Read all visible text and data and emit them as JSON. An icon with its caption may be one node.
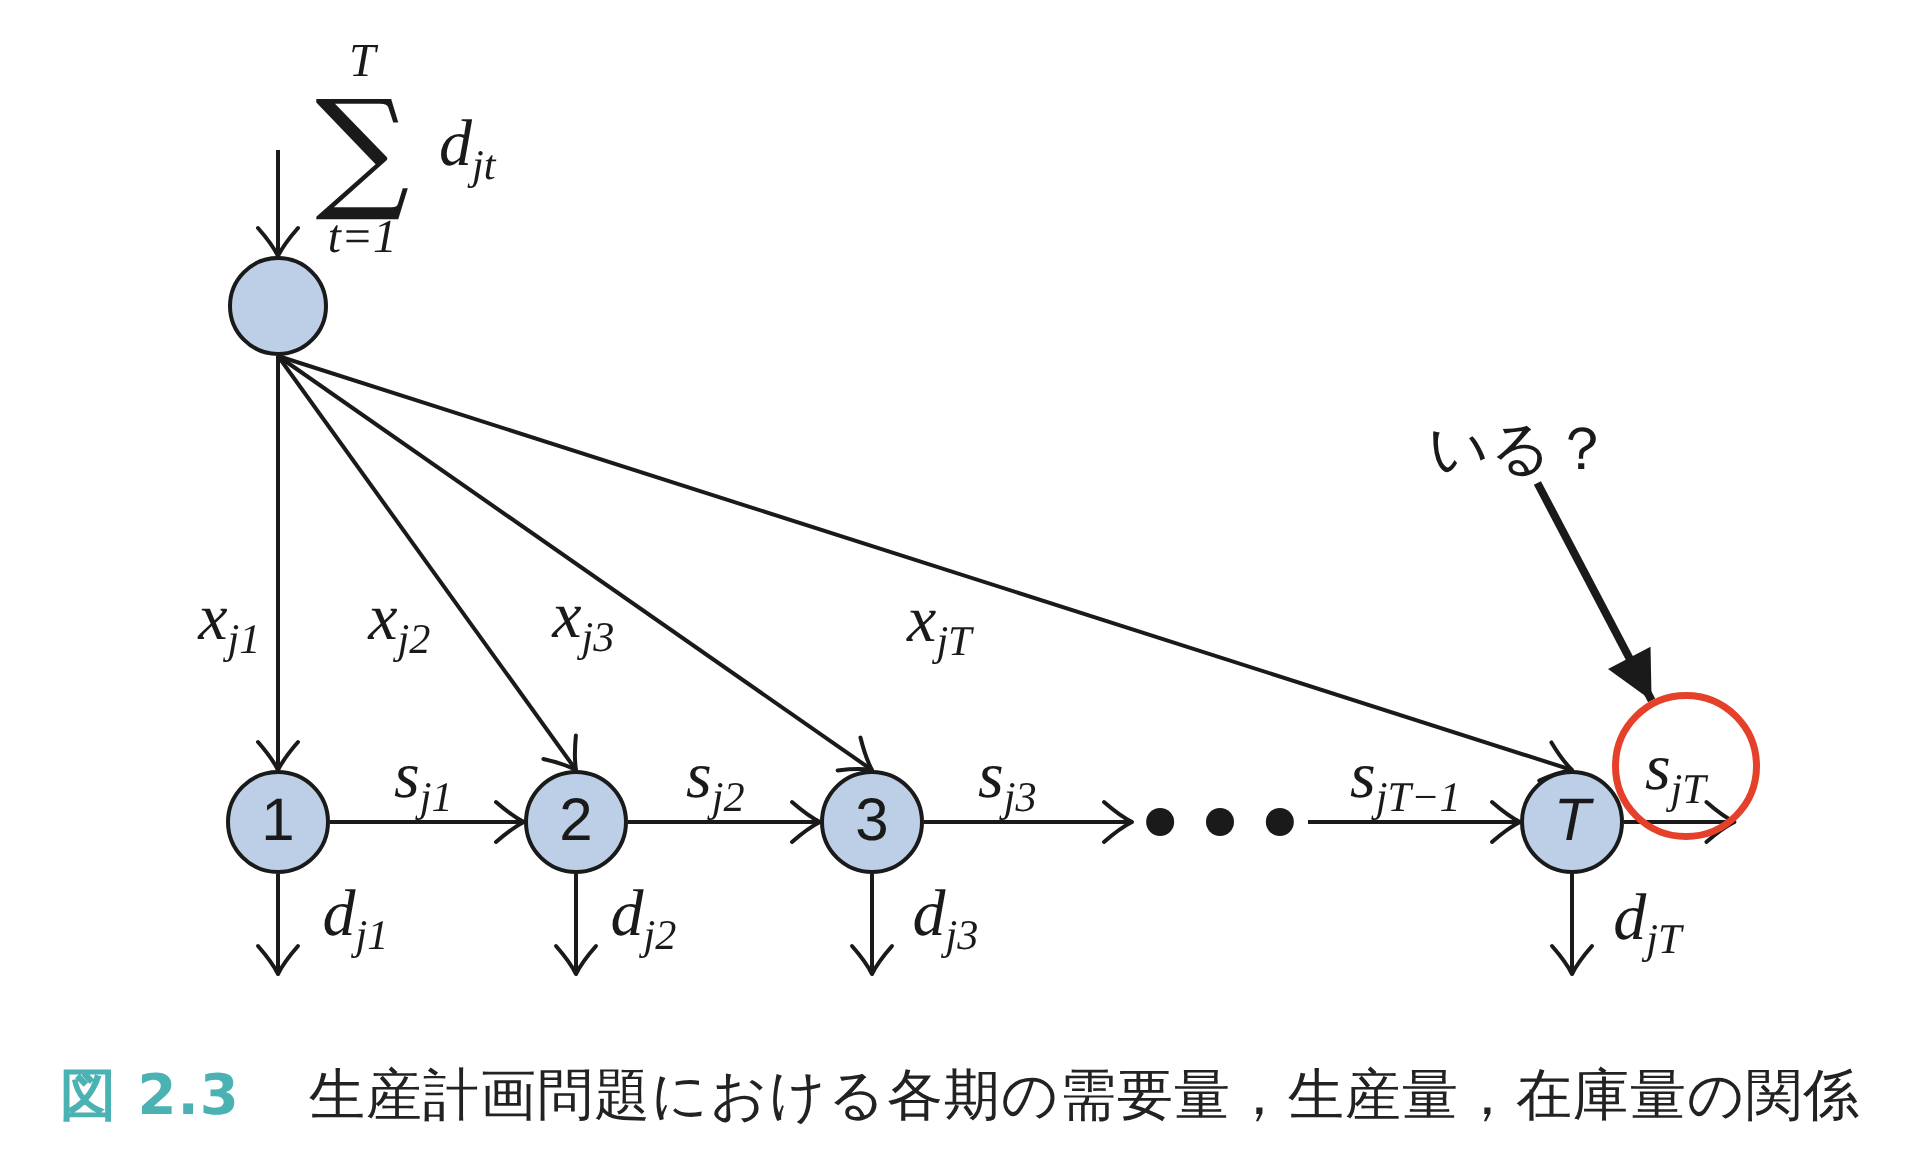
{
  "diagram": {
    "caption": "**図 2.3** 生産計画問題における各期の需要量，生産量，在庫量の関係",
    "nodes": [
      {
        "text": [],
        "shape": "circle"
      },
      {
        "text": [
          "1"
        ]
      },
      {
        "text": [
          "2"
        ]
      },
      {
        "text": [
          "3"
        ]
      },
      {
        "text": [
          "T"
        ]
      },
      {
        "text": [],
        "shape": "dots"
      },
      {
        "text": [
          "いる？"
        ]
      },
      {
        "text": [],
        "shape": "circle"
      }
    ],
    "edges": [
      {
        "from": null,
        "to": 0,
        "arrow": "to",
        "label": "$^{T}$∑$_{t=1}$ d$_{jt}$"
      },
      {
        "from": 0,
        "to": 1,
        "arrow": "to",
        "label": "x$_{j1}$"
      },
      {
        "from": 0,
        "to": 2,
        "arrow": "to",
        "label": "x$_{j2}$"
      },
      {
        "from": 0,
        "to": 3,
        "arrow": "to",
        "label": "x$_{j3}$"
      },
      {
        "from": 0,
        "to": 4,
        "arrow": "to",
        "label": "x$_{jT}$"
      },
      {
        "from": 1,
        "to": 2,
        "arrow": "to",
        "label": "s$_{j1}$"
      },
      {
        "from": 2,
        "to": 3,
        "arrow": "to",
        "label": "s$_{j2}$"
      },
      {
        "from": 3,
        "to": 5,
        "arrow": "to",
        "label": "s$_{j3}$"
      },
      {
        "from": 5,
        "to": 4,
        "arrow": "to",
        "label": "s$_{jT−1}$"
      },
      {
        "from": 4,
        "to": 7,
        "arrow": "to",
        "label": "s$_{jT}$"
      },
      {
        "from": 1,
        "to": null,
        "arrow": "to",
        "label": "d$_{j1}$"
      },
      {
        "from": 2,
        "to": null,
        "arrow": "to",
        "label": "d$_{j2}$"
      },
      {
        "from": 3,
        "to": null,
        "arrow": "to",
        "label": "d$_{j3}$"
      },
      {
        "from": 4,
        "to": null,
        "arrow": "to",
        "label": "d$_{jT}$"
      },
      {
        "from": 6,
        "to": 7,
        "arrow": "to",
        "style": "thick"
      }
    ]
  }
}
